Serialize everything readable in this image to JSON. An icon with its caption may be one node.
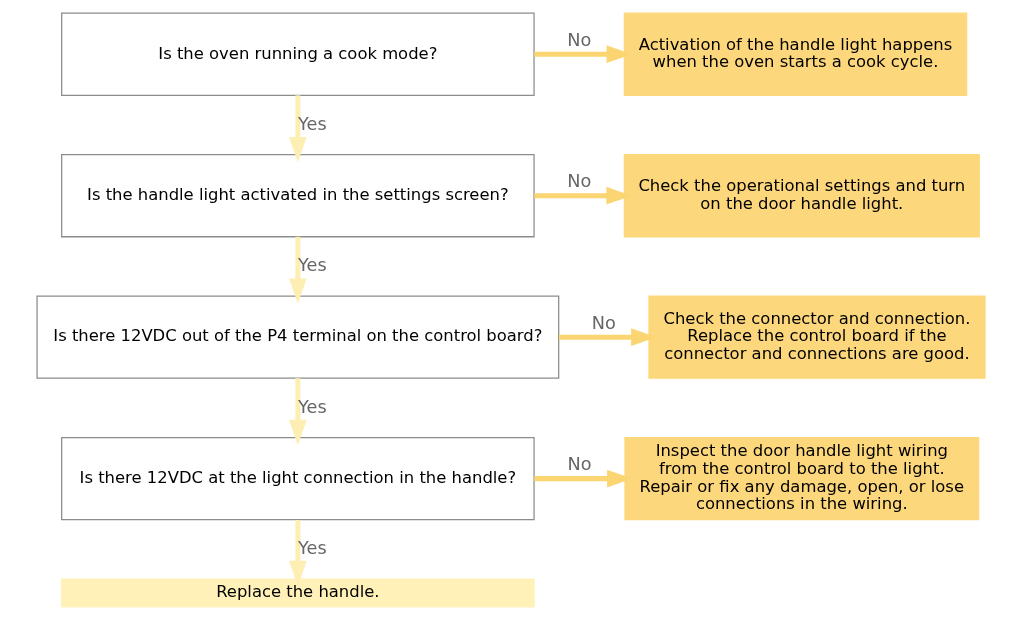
{
  "diagram": {
    "nodes": [
      {
        "text": [
          "Is the oven running a cook mode?"
        ]
      },
      {
        "text": [
          "Activation of the handle light happens when the oven starts a cook cycle."
        ]
      },
      {
        "text": [
          "Is the handle light activated in the settings screen?"
        ]
      },
      {
        "text": [
          "Check the operational settings and turn on the door handle light."
        ]
      },
      {
        "text": [
          "Is there 12VDC out of the P4 terminal on the control board?"
        ]
      },
      {
        "text": [
          "Check the connector and connection. Replace the control board if the connector and connections are good."
        ]
      },
      {
        "text": [
          "Is there 12VDC at the light connection in the handle?"
        ]
      },
      {
        "text": [
          "Inspect the door handle light wiring from the control board to the light. Repair or fix any damage, open, or lose connections in the wiring."
        ]
      },
      {
        "text": [
          "Replace the handle."
        ]
      }
    ],
    "edges": [
      {
        "from": 0,
        "to": 1,
        "arrow": "to",
        "label": "No",
        "color": "#fbd572"
      },
      {
        "from": 0,
        "to": 2,
        "arrow": "to",
        "label": "Yes"
      },
      {
        "from": 2,
        "to": 3,
        "arrow": "to",
        "label": "No",
        "color": "#fbd572"
      },
      {
        "from": 2,
        "to": 4,
        "arrow": "to",
        "label": "Yes"
      },
      {
        "from": 4,
        "to": 5,
        "arrow": "to",
        "label": "No",
        "color": "#fbd572"
      },
      {
        "from": 4,
        "to": 6,
        "arrow": "to",
        "label": "Yes"
      },
      {
        "from": 6,
        "to": 7,
        "arrow": "to",
        "label": "No",
        "color": "#fbd572"
      },
      {
        "from": 6,
        "to": 8,
        "arrow": "to",
        "label": "Yes"
      }
    ]
  }
}
